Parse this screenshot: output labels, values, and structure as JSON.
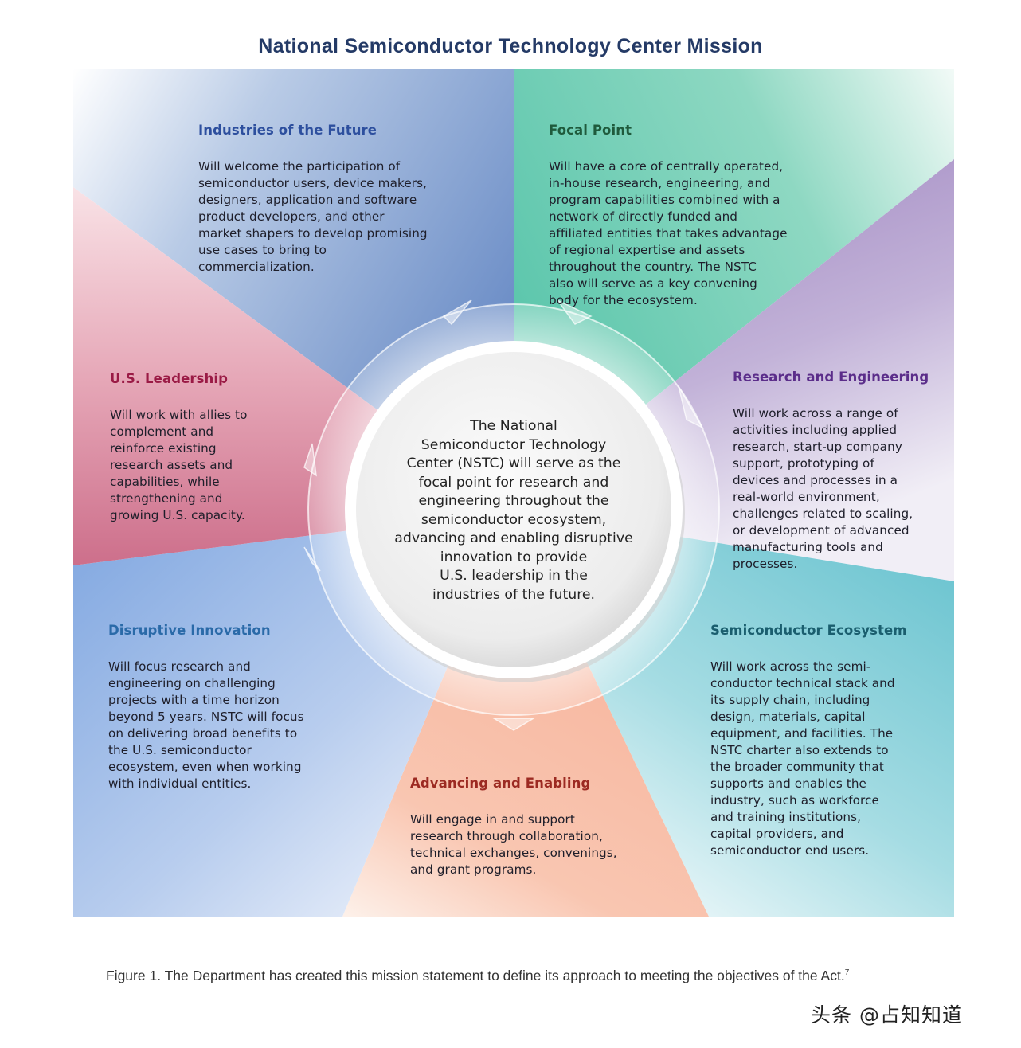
{
  "title": "National Semiconductor Technology Center Mission",
  "center": {
    "text": "The National\nSemiconductor Technology\nCenter (NSTC) will serve as the\nfocal point for research and\nengineering throughout the\nsemiconductor ecosystem,\nadvancing and enabling disruptive\ninnovation to provide\nU.S. leadership in the\nindustries of the future."
  },
  "segments": [
    {
      "id": "industries",
      "heading": "Industries of the Future",
      "color": "#2d4f9e",
      "body": "Will welcome the participation of\nsemiconductor users, device makers,\ndesigners, application and software\nproduct developers, and other\nmarket shapers to develop promising\nuse cases to bring to\ncommercialization."
    },
    {
      "id": "focal",
      "heading": "Focal Point",
      "color": "#1f5a3c",
      "body": "Will have a core of centrally operated,\nin-house research, engineering, and\nprogram capabilities combined with a\nnetwork of directly funded and\naffiliated entities that takes advantage\nof regional expertise and assets\nthroughout the country. The NSTC\nalso will serve as a key convening\nbody for the ecosystem."
    },
    {
      "id": "research",
      "heading": "Research and Engineering",
      "color": "#5b2d8a",
      "body": "Will work across a range of\nactivities including applied\nresearch, start-up company\nsupport, prototyping of\ndevices and processes in a\nreal-world environment,\nchallenges related to scaling,\nor development of advanced\nmanufacturing tools and\nprocesses."
    },
    {
      "id": "ecosystem",
      "heading": "Semiconductor Ecosystem",
      "color": "#1a5e6e",
      "body": "Will work across the semi-\nconductor technical stack and\nits supply chain, including\ndesign, materials, capital\nequipment, and facilities. The\nNSTC charter also extends to\nthe broader community that\nsupports and enables the\nindustry, such as workforce\nand training institutions,\ncapital providers, and\nsemiconductor end users."
    },
    {
      "id": "advancing",
      "heading": "Advancing and Enabling",
      "color": "#9c2a22",
      "body": "Will engage in and support\nresearch through collaboration,\ntechnical exchanges, convenings,\nand grant programs."
    },
    {
      "id": "disruptive",
      "heading": "Disruptive Innovation",
      "color": "#2a6aa8",
      "body": "Will focus research and\nengineering on challenging\nprojects with a time horizon\nbeyond 5 years. NSTC will focus\non delivering broad benefits to\nthe U.S. semiconductor\necosystem, even when working\nwith individual entities."
    },
    {
      "id": "leadership",
      "heading": "U.S. Leadership",
      "color": "#9a1a45",
      "body": "Will work with allies to\ncomplement and\nreinforce existing\nresearch assets and\ncapabilities, while\nstrengthening and\ngrowing U.S. capacity."
    }
  ],
  "wedge_colors": {
    "industries": "#6f8fc4",
    "focal": "#5ec7ad",
    "research": "#9b82bd",
    "ecosystem": "#6ec4cf",
    "advancing": "#f6b49c",
    "disruptive": "#8aaee3",
    "leadership": "#d67a95"
  },
  "caption": {
    "text": "Figure 1. The Department has created this mission statement to define its approach to meeting the objectives of the Act.",
    "footnote": "7"
  },
  "watermark": "头条 @占知知道"
}
